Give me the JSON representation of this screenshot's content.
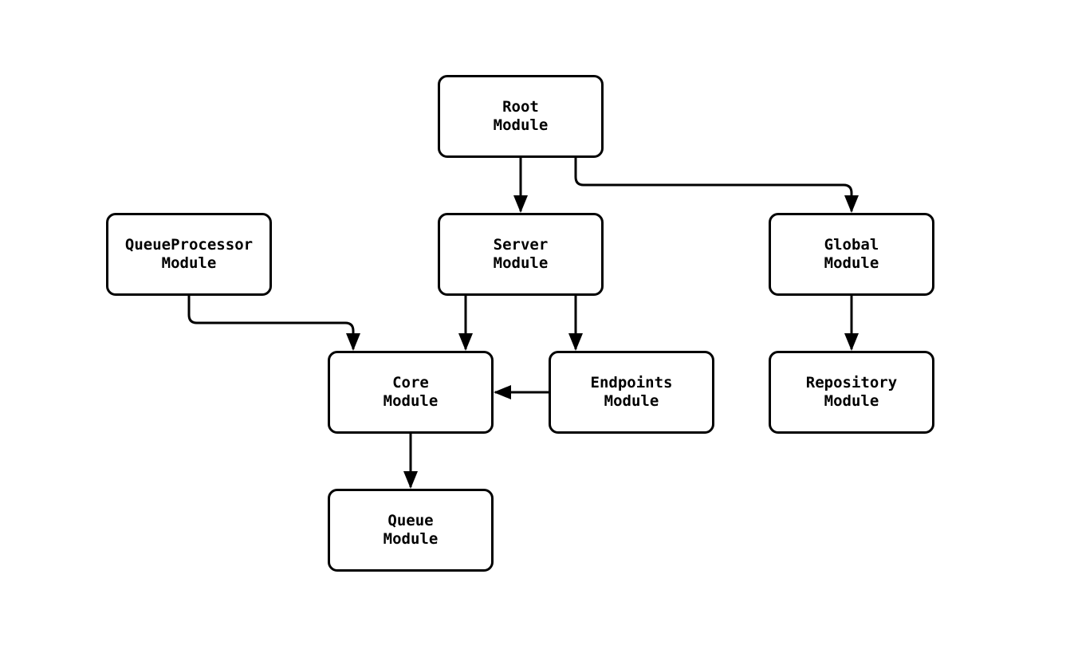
{
  "diagram": {
    "type": "module-dependency-flowchart",
    "background_color": "#ffffff",
    "node_fill_color": "#ffffff",
    "node_border_color": "#000000",
    "edge_color": "#000000",
    "text_color": "#000000",
    "nodes": [
      {
        "id": "root",
        "line1": "Root",
        "line2": "Module"
      },
      {
        "id": "queueprocessor",
        "line1": "QueueProcessor",
        "line2": "Module"
      },
      {
        "id": "server",
        "line1": "Server",
        "line2": "Module"
      },
      {
        "id": "global",
        "line1": "Global",
        "line2": "Module"
      },
      {
        "id": "core",
        "line1": "Core",
        "line2": "Module"
      },
      {
        "id": "endpoints",
        "line1": "Endpoints",
        "line2": "Module"
      },
      {
        "id": "repository",
        "line1": "Repository",
        "line2": "Module"
      },
      {
        "id": "queue",
        "line1": "Queue",
        "line2": "Module"
      }
    ],
    "edges": [
      {
        "from": "Root Module",
        "to": "Server Module"
      },
      {
        "from": "Root Module",
        "to": "Global Module"
      },
      {
        "from": "QueueProcessor Module",
        "to": "Core Module"
      },
      {
        "from": "Server Module",
        "to": "Core Module"
      },
      {
        "from": "Server Module",
        "to": "Endpoints Module"
      },
      {
        "from": "Endpoints Module",
        "to": "Core Module"
      },
      {
        "from": "Global Module",
        "to": "Repository Module"
      },
      {
        "from": "Core Module",
        "to": "Queue Module"
      }
    ]
  }
}
